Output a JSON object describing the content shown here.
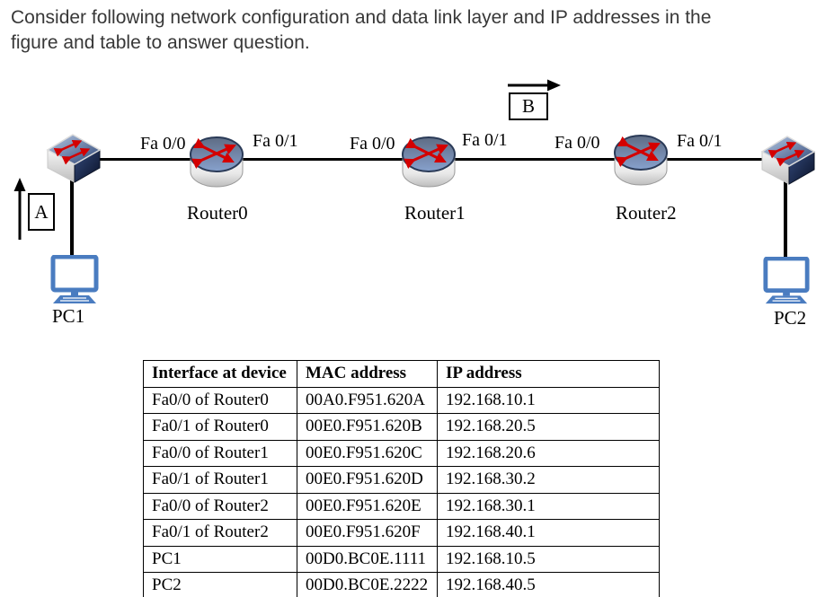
{
  "heading": {
    "lines": [
      "Consider following network configuration and data link layer and IP addresses in the",
      "figure and table to answer question."
    ]
  },
  "diagram": {
    "markers": {
      "a": "A",
      "b": "B"
    },
    "routers": [
      {
        "name": "Router0",
        "left_port": "Fa 0/0",
        "right_port": "Fa 0/1"
      },
      {
        "name": "Router1",
        "left_port": "Fa 0/0",
        "right_port": "Fa 0/1"
      },
      {
        "name": "Router2",
        "left_port": "Fa 0/0",
        "right_port": "Fa 0/1"
      }
    ],
    "pcs": [
      {
        "name": "PC1"
      },
      {
        "name": "PC2"
      }
    ]
  },
  "table": {
    "headers": [
      "Interface at device",
      "MAC address",
      "IP address"
    ],
    "rows": [
      {
        "interface": "Fa0/0 of Router0",
        "mac": "00A0.F951.620A",
        "ip": "192.168.10.1"
      },
      {
        "interface": "Fa0/1 of Router0",
        "mac": "00E0.F951.620B",
        "ip": "192.168.20.5"
      },
      {
        "interface": "Fa0/0 of Router1",
        "mac": "00E0.F951.620C",
        "ip": "192.168.20.6"
      },
      {
        "interface": "Fa0/1 of Router1",
        "mac": "00E0.F951.620D",
        "ip": "192.168.30.2"
      },
      {
        "interface": "Fa0/0 of Router2",
        "mac": "00E0.F951.620E",
        "ip": "192.168.30.1"
      },
      {
        "interface": "Fa0/1 of Router2",
        "mac": "00E0.F951.620F",
        "ip": "192.168.40.1"
      },
      {
        "interface": "PC1",
        "mac": "00D0.BC0E.1111",
        "ip": "192.168.10.5"
      },
      {
        "interface": "PC2",
        "mac": "00D0.BC0E.2222",
        "ip": "192.168.40.5"
      }
    ]
  },
  "colors": {
    "heading_text": "#383838",
    "line": "#000000",
    "arrow_red": "#d40000",
    "router_top_blue": "#7f9ac8",
    "switch_top_blue": "#2c4474",
    "switch_dark_face": "#0a1228",
    "pc_blue": "#4a7cc0",
    "table_border": "#000000"
  }
}
